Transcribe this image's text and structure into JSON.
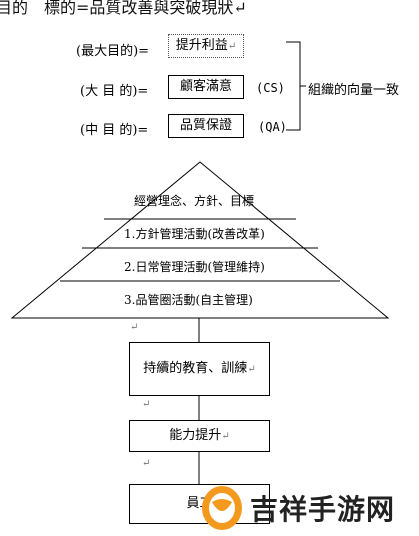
{
  "header": {
    "title_fragment": "目的　標的=品質改善與突破現狀↵"
  },
  "goals": {
    "max": {
      "label": "(最大目的)=",
      "box": "提升利益"
    },
    "mid": {
      "label": "(大 目 的)=",
      "box": "顧客滿意",
      "tag": "(CS)"
    },
    "sub": {
      "label": "(中 目 的)=",
      "box": "品質保證",
      "tag": "(QA)"
    },
    "bracket_note": "組織的向量一致"
  },
  "pyramid": {
    "caption": "經營理念、方針、目標",
    "levels": [
      "1.方針管理活動(改善改革)",
      "2.日常管理活動(管理維持)",
      "3.品管圈活動(自主管理)"
    ]
  },
  "flow": {
    "education": "持續的教育、訓練",
    "ability": "能力提升",
    "staff": "員工"
  },
  "marks": {
    "return": "↵"
  },
  "watermark": {
    "text": "吉祥手游网"
  },
  "colors": {
    "line": "#000000",
    "watermark_orange": "#f39a1e",
    "watermark_text": "#222222"
  }
}
